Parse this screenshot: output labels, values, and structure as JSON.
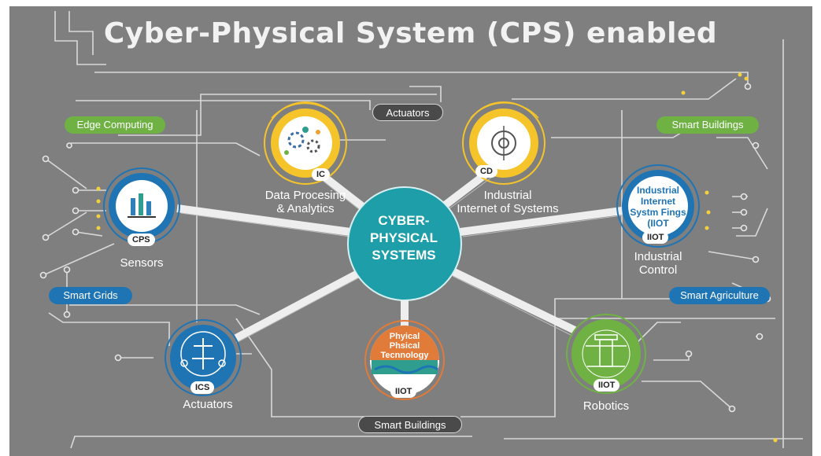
{
  "title": "Cyber-Physical System (CPS) enabled",
  "center": {
    "lines": [
      "CYBER-",
      "PHYSICAL",
      "SYSTEMS"
    ]
  },
  "pills": {
    "actuators_top": "Actuators",
    "edge_computing": "Edge Computing",
    "smart_buildings_right": "Smart Buildings",
    "smart_grids": "Smart Grids",
    "smart_agriculture": "Smart Agriculture",
    "smart_buildings_bottom": "Smart Buildings"
  },
  "nodes": {
    "data_processing": {
      "label_1": "Data Procesing",
      "label_2": "& Analytics",
      "tag": "IC"
    },
    "iiot_top": {
      "label_1": "Industrial",
      "label_2": "Internet of Systems",
      "tag": "CD"
    },
    "sensors": {
      "label": "Sensors",
      "tag": "CPS"
    },
    "industrial_right": {
      "inner_1": "Industrial",
      "inner_2": "Internet",
      "inner_3": "Systm Fings",
      "inner_4": "(IIOT",
      "tag": "IIOT",
      "label_1": "Industrial",
      "label_2": "Control"
    },
    "actuators_bottom": {
      "label": "Actuators",
      "tag": "ICS"
    },
    "physical": {
      "inner_1": "Phyical",
      "inner_2": "Phsical",
      "inner_3": "Tecnnology",
      "tag": "IIOT"
    },
    "robotics": {
      "label": "Robotics",
      "tag": "IIOT"
    }
  },
  "colors": {
    "background": "#7f7f7f",
    "center": "#1e9ea8",
    "yellow": "#f4c42a",
    "blue": "#1f74b4",
    "orange": "#e07b39",
    "green": "#6fb243",
    "line": "#d9d9d9",
    "accent_dot": "#f2d13c"
  }
}
